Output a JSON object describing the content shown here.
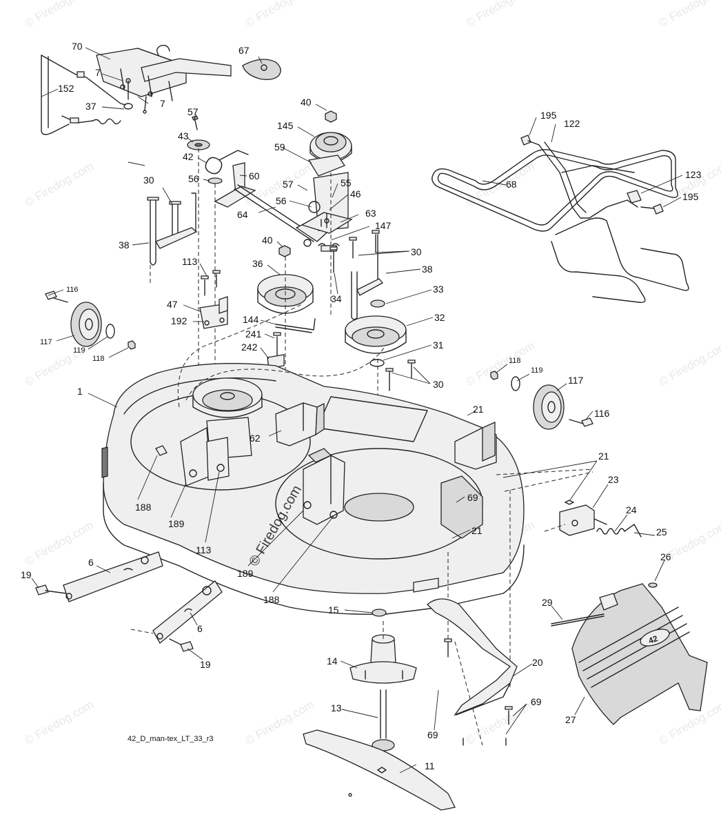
{
  "diagram": {
    "drawing_code": "42_D_man-tex_LT_33_r3",
    "watermark": "© Firedog.com",
    "cover_badge": "42",
    "callouts": {
      "c70": "70",
      "c67": "67",
      "c7a": "7",
      "c7b": "7",
      "c152": "152",
      "c37": "37",
      "c57a": "57",
      "c43": "43",
      "c42": "42",
      "c56a": "56",
      "c60": "60",
      "c40a": "40",
      "c145": "145",
      "c59": "59",
      "c57b": "57",
      "c55": "55",
      "c56b": "56",
      "c46": "46",
      "c63": "63",
      "c147": "147",
      "c64": "64",
      "c30a": "30",
      "c38a": "38",
      "c113a": "113",
      "c40b": "40",
      "c36": "36",
      "c30b": "30",
      "c38b": "38",
      "c34": "34",
      "c33": "33",
      "c32": "32",
      "c116a": "116",
      "c47": "47",
      "c192": "192",
      "c144": "144",
      "c117a": "117",
      "c119a": "119",
      "c118a": "118",
      "c241": "241",
      "c242": "242",
      "c31": "31",
      "c30c": "30",
      "c195a": "195",
      "c122": "122",
      "c123": "123",
      "c195b": "195",
      "c68": "68",
      "c118b": "118",
      "c119b": "119",
      "c117b": "117",
      "c116b": "116",
      "c1": "1",
      "c21a": "21",
      "c62": "62",
      "c21b": "21",
      "c23": "23",
      "c69a": "69",
      "c24": "24",
      "c25": "25",
      "c21c": "21",
      "c188a": "188",
      "c189a": "189",
      "c113b": "113",
      "c189b": "189",
      "c188b": "188",
      "c26": "26",
      "c6a": "6",
      "c19a": "19",
      "c15": "15",
      "c29": "29",
      "c6b": "6",
      "c19b": "19",
      "c14": "14",
      "c20": "20",
      "c27": "27",
      "c69b": "69",
      "c13": "13",
      "c69c": "69",
      "c11": "11"
    }
  }
}
